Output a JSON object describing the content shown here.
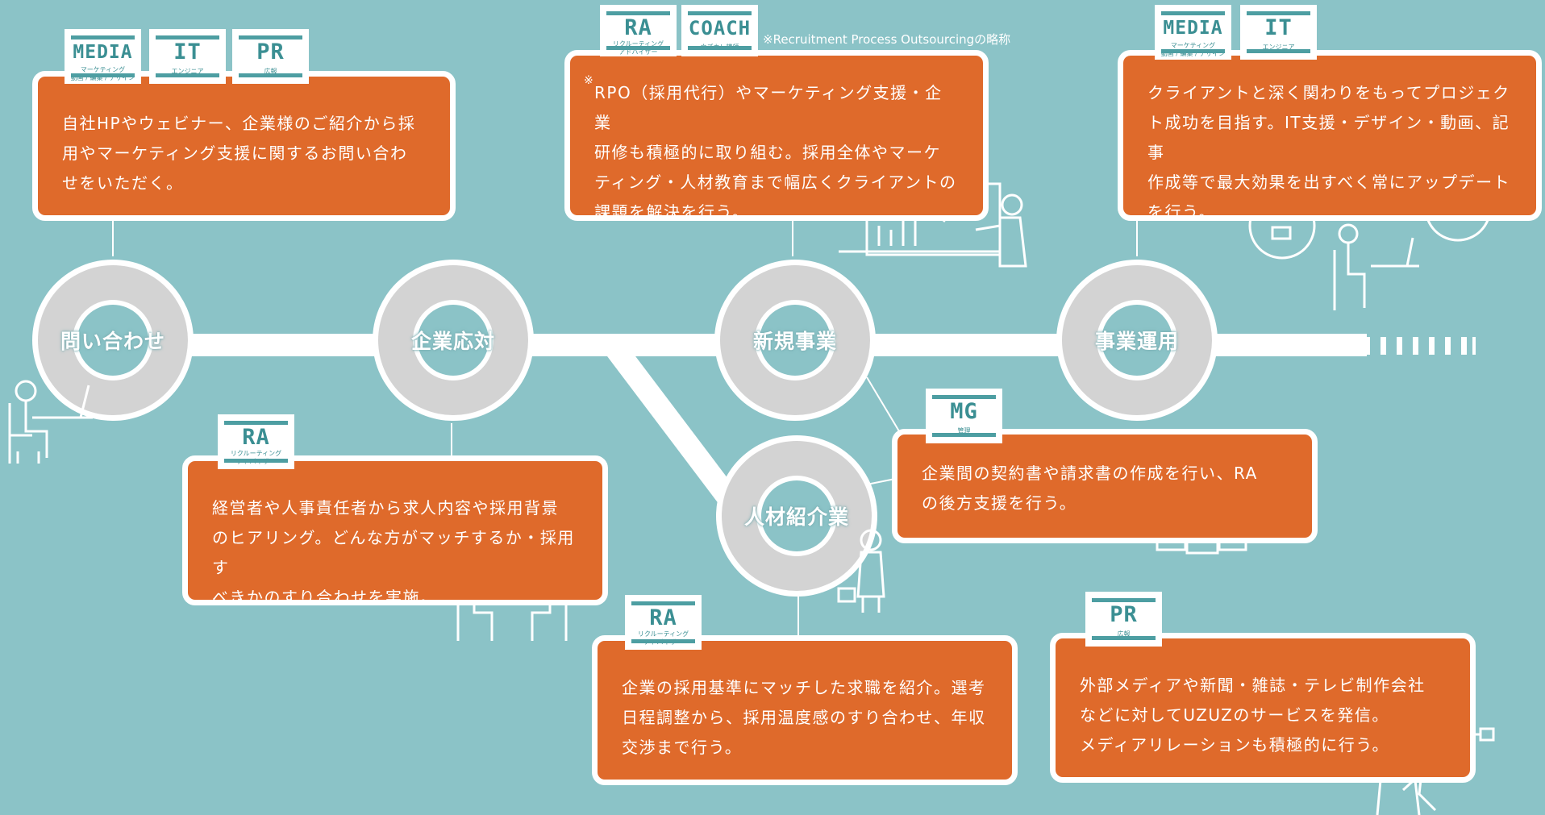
{
  "colors": {
    "background": "#8bc3c7",
    "box": "#df6a2b",
    "ring": "#d3d3d3",
    "tag_text": "#3b8f93"
  },
  "nodes": {
    "inquiry": "問い合わせ",
    "corporate": "企業応対",
    "new_business": "新規事業",
    "operation": "事業運用",
    "placement": "人材紹介業"
  },
  "note": "※Recruitment Process Outsourcingの略称",
  "asterisk": "※",
  "tags": {
    "media": {
      "title": "MEDIA",
      "sub": "マーケティング\n動画 / 編集 / デザイン"
    },
    "it": {
      "title": "IT",
      "sub": "エンジニア"
    },
    "pr": {
      "title": "PR",
      "sub": "広報"
    },
    "ra": {
      "title": "RA",
      "sub": "リクルーティング\nアドバイザー"
    },
    "coach": {
      "title": "COACH",
      "sub": "ウズカレ講師"
    },
    "mg": {
      "title": "MG",
      "sub": "管理"
    }
  },
  "boxes": {
    "inquiry": [
      "自社HPやウェビナー、企業様のご紹介から採",
      "用やマーケティング支援に関するお問い合わ",
      "せをいただく。"
    ],
    "new_business": [
      "RPO（採用代行）やマーケティング支援・企業",
      "研修も積極的に取り組む。採用全体やマーケ",
      "ティング・人材教育まで幅広くクライアントの",
      "課題を解決を行う。"
    ],
    "operation": [
      "クライアントと深く関わりをもってプロジェク",
      "ト成功を目指す。IT支援・デザイン・動画、記事",
      "作成等で最大効果を出すべく常にアップデート",
      "を行う。"
    ],
    "corporate": [
      "経営者や人事責任者から求人内容や採用背景",
      "のヒアリング。どんな方がマッチするか・採用す",
      "べきかのすり合わせを実施。"
    ],
    "mg": [
      "企業間の契約書や請求書の作成を行い、RA",
      "の後方支援を行う。"
    ],
    "placement": [
      "企業の採用基準にマッチした求職を紹介。選考",
      "日程調整から、採用温度感のすり合わせ、年収",
      "交渉まで行う。"
    ],
    "pr": [
      "外部メディアや新聞・雑誌・テレビ制作会社",
      "などに対してUZUZのサービスを発信。",
      "メディアリレーションも積極的に行う。"
    ]
  }
}
